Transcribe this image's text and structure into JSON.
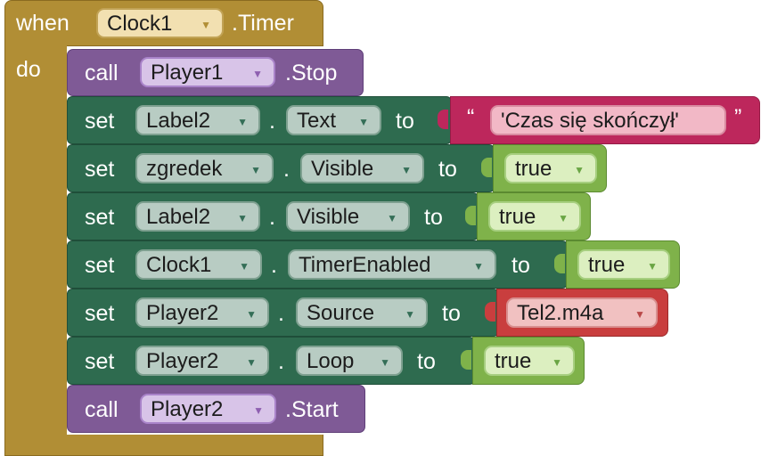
{
  "event": {
    "when_label": "when",
    "component": "Clock1",
    "event_name": ".Timer",
    "do_label": "do"
  },
  "keywords": {
    "call": "call",
    "set": "set",
    "to": "to",
    "dot": "."
  },
  "statements": [
    {
      "kind": "call",
      "component": "Player1",
      "method": ".Stop"
    },
    {
      "kind": "set",
      "component": "Label2",
      "property": "Text",
      "value": "'Czas się skończył'",
      "value_type": "text"
    },
    {
      "kind": "set",
      "component": "zgredek",
      "property": "Visible",
      "value": "true",
      "value_type": "boolean"
    },
    {
      "kind": "set",
      "component": "Label2",
      "property": "Visible",
      "value": "true",
      "value_type": "boolean"
    },
    {
      "kind": "set",
      "component": "Clock1",
      "property": "TimerEnabled",
      "value": "true",
      "value_type": "boolean"
    },
    {
      "kind": "set",
      "component": "Player2",
      "property": "Source",
      "value": "Tel2.m4a",
      "value_type": "asset"
    },
    {
      "kind": "set",
      "component": "Player2",
      "property": "Loop",
      "value": "true",
      "value_type": "boolean"
    },
    {
      "kind": "call",
      "component": "Player2",
      "method": ".Start"
    }
  ],
  "quote_open": "“",
  "quote_close": "”",
  "dropdown_icon": "triangle-down-icon",
  "colors": {
    "event": "#b18e35",
    "call": "#7f5a96",
    "set": "#2e6b4f",
    "logic": "#7fb24a",
    "text": "#bd275c",
    "asset": "#c93e3e"
  }
}
